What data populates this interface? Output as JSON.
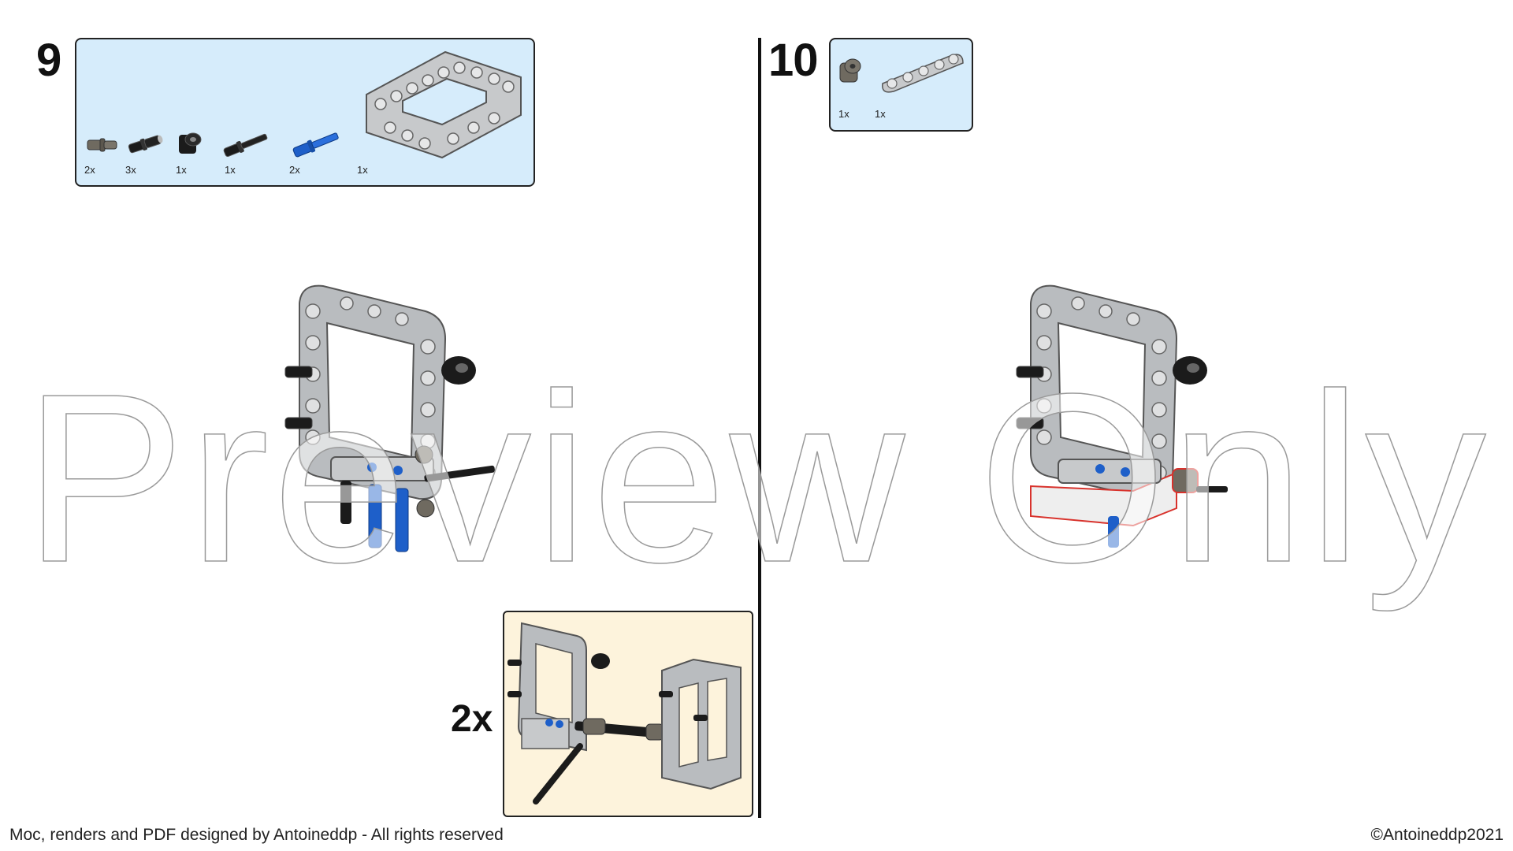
{
  "steps": [
    {
      "number": "9",
      "parts": [
        {
          "qty": "2x",
          "icon": "dark-bluish-gray-pin-icon"
        },
        {
          "qty": "3x",
          "icon": "black-pin-icon"
        },
        {
          "qty": "1x",
          "icon": "black-axle-connector-icon"
        },
        {
          "qty": "1x",
          "icon": "black-axle-pin-icon"
        },
        {
          "qty": "2x",
          "icon": "blue-axle-pin-icon"
        },
        {
          "qty": "1x",
          "icon": "light-gray-frame-icon"
        }
      ],
      "callout": {
        "multiplier": "2x"
      }
    },
    {
      "number": "10",
      "parts": [
        {
          "qty": "1x",
          "icon": "dark-gray-connector-icon"
        },
        {
          "qty": "1x",
          "icon": "light-gray-beam-icon"
        }
      ]
    }
  ],
  "watermark": "Preview Only",
  "footer": {
    "left": "Moc, renders and PDF designed by Antoineddp - All rights reserved",
    "right": "©Antoineddp2021"
  },
  "colors": {
    "parts_box": "#d6ecfb",
    "callout_box": "#fdf3dc",
    "frame_gray": "#b9bcbf",
    "pin_black": "#1b1b1b",
    "pin_blue": "#1e5fc9",
    "dark_gray": "#6f6a60",
    "highlight_red": "#d8322c"
  }
}
